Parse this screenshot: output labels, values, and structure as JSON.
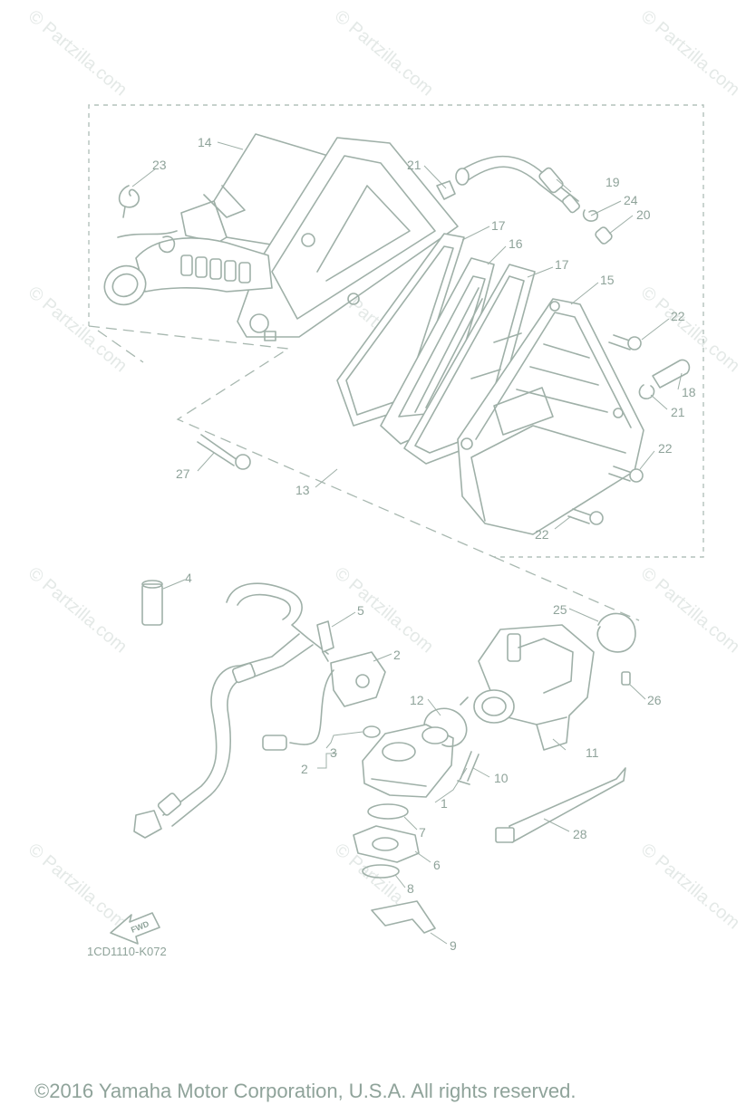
{
  "watermark": "© Partzilla.com",
  "diagram_code": "1CD1110-K072",
  "fwd_label": "FWD",
  "copyright": "©2016  Yamaha Motor Corporation, U.S.A. All rights reserved.",
  "callouts": {
    "c1": "1",
    "c2a": "2",
    "c2b": "2",
    "c3": "3",
    "c4": "4",
    "c5": "5",
    "c6": "6",
    "c7": "7",
    "c8": "8",
    "c9": "9",
    "c10": "10",
    "c11": "11",
    "c12": "12",
    "c13": "13",
    "c14": "14",
    "c15": "15",
    "c16": "16",
    "c17a": "17",
    "c17b": "17",
    "c18": "18",
    "c19": "19",
    "c20": "20",
    "c21a": "21",
    "c21b": "21",
    "c22a": "22",
    "c22b": "22",
    "c22c": "22",
    "c23": "23",
    "c24": "24",
    "c25": "25",
    "c26": "26",
    "c27": "27",
    "c28": "28"
  }
}
